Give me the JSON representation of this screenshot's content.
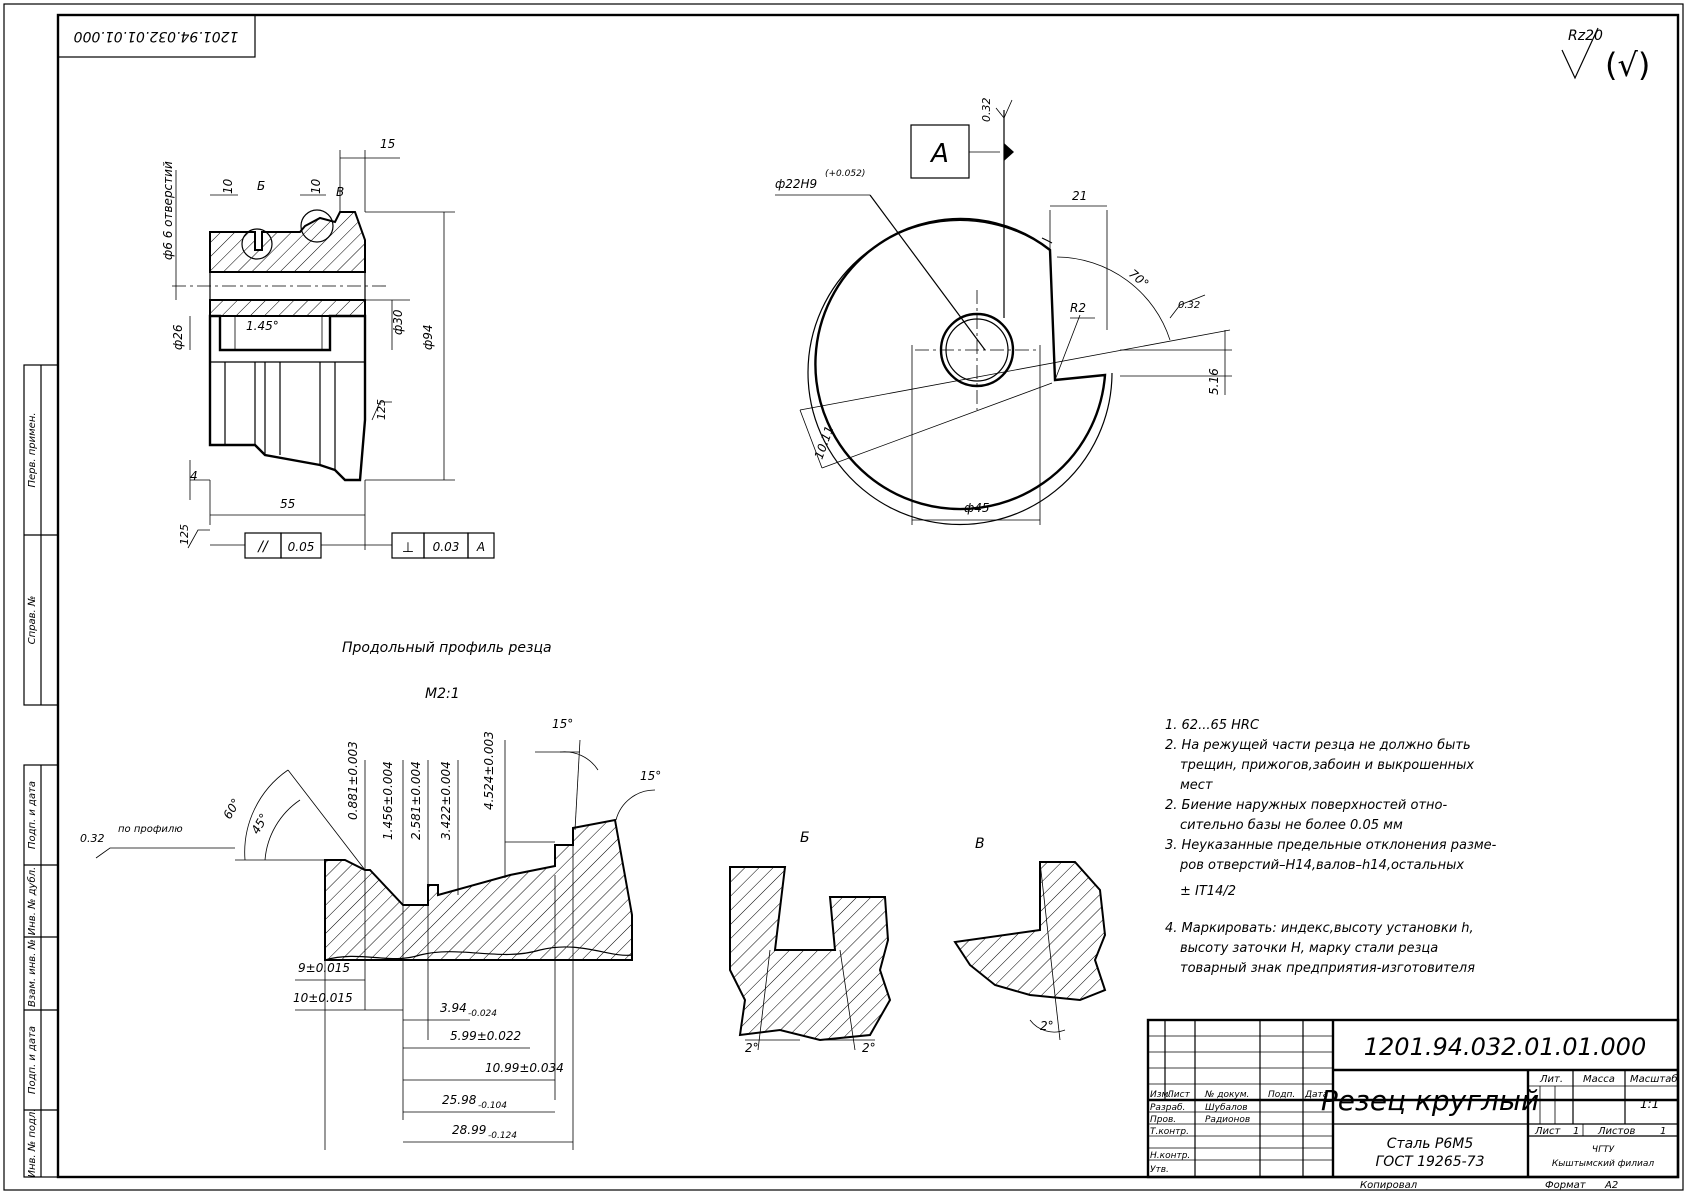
{
  "doc_code_stamp": "1201.94.032.01.01.000",
  "roughness_symbol": "Rz20",
  "left_column": [
    "Перв. примен.",
    "Справ. №",
    "Подп. и дата",
    "Инв. № дубл.",
    "Взам. инв. №",
    "Подп. и дата",
    "Инв. № подл."
  ],
  "top_view": {
    "dims": {
      "d15": "15",
      "d10a": "10",
      "d10b": "10",
      "labelB": "Б",
      "labelV": "В",
      "holes": "ф6 6 отверстий",
      "d26": "ф26",
      "d30": "ф30",
      "d94": "ф94",
      "chamfer": "1.45°",
      "d125a": "125",
      "d4": "4",
      "d55": "55",
      "d125b": "125"
    },
    "tol1": {
      "sym": "//",
      "val": "0.05"
    },
    "tol2": {
      "sym": "⊥",
      "val": "0.03",
      "base": "А"
    }
  },
  "circle_view": {
    "base": "А",
    "r032": "0.32",
    "bore": "ф22H9",
    "bore_tol": "(+0.052)",
    "d21": "21",
    "a70": "70°",
    "r2": "R2",
    "r032b": "0.32",
    "d516": "5.16",
    "d1011": "10.11",
    "d45": "ф45"
  },
  "profile": {
    "title": "Продольный профиль резца",
    "scale": "М2:1",
    "a15a": "15°",
    "a15b": "15°",
    "a60": "60°",
    "a45": "45°",
    "rough": "0.32",
    "rough_note": "по профилю",
    "v1": "0.881±0.003",
    "v2": "1.456±0.004",
    "v3": "2.581±0.004",
    "v4": "3.422±0.004",
    "v5": "4.524±0.003",
    "h1": "9±0.015",
    "h2": "10±0.015",
    "h3": "3.94",
    "h3t": "-0.024",
    "h4": "5.99±0.022",
    "h5": "10.99±0.034",
    "h6": "25.98",
    "h6t": "-0.104",
    "h7": "28.99",
    "h7t": "-0.124"
  },
  "details": {
    "b": "Б",
    "v": "В",
    "a1": "2°",
    "a2": "2°",
    "a3": "2°"
  },
  "notes": [
    "1. 62...65 HRC",
    "2. На режущей части резца не должно быть",
    "трещин, прижогов,забоин и выкрошенных",
    "мест",
    "2. Биение наружных поверхностей отно-",
    "сительно базы не более 0.05 мм",
    "3. Неуказанные предельные отклонения разме-",
    "ров отверстий–Н14,валов–h14,остальных",
    "± IT14/2",
    "4. Маркировать: индекс,высоту установки h,",
    "высоту заточки Н, марку стали резца",
    "товарный знак предприятия-изготовителя"
  ],
  "title_block": {
    "code": "1201.94.032.01.01.000",
    "name": "Резец круглый",
    "material_1": "Сталь Р6М5",
    "material_2": "ГОСТ 19265-73",
    "col_izm": "Изм.",
    "col_list": "Лист",
    "col_doc": "№ докум.",
    "col_podp": "Подп.",
    "col_data": "Дата",
    "r_razrab": "Разраб.",
    "r_prov": "Пров.",
    "r_tkontr": "Т.контр.",
    "r_nkontr": "Н.контр.",
    "r_utv": "Утв.",
    "razrab_name": "Шубалов",
    "prov_name": "Радионов",
    "lit": "Лит.",
    "massa": "Масса",
    "masshtab": "Масштаб",
    "scale_val": "1:1",
    "list_label": "Лист",
    "list_val": "1",
    "listov_label": "Листов",
    "listov_val": "1",
    "org_1": "ЧГТУ",
    "org_2": "Кыштымский филиал",
    "kopiroval": "Копировал",
    "format": "Формат",
    "format_val": "А2"
  }
}
